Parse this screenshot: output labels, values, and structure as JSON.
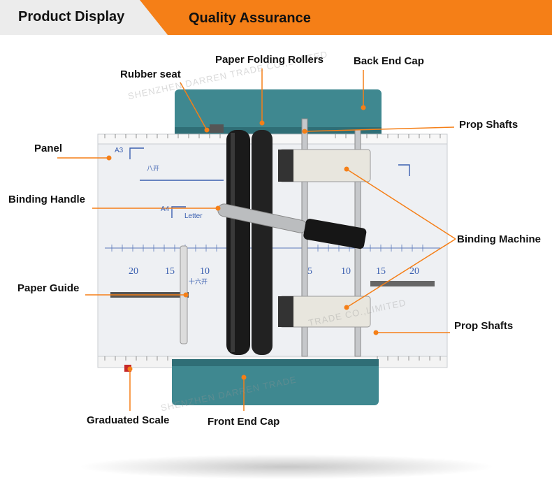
{
  "header": {
    "tab_left": "Product Display",
    "tab_right": "Quality Assurance"
  },
  "labels": {
    "rubber_seat": "Rubber seat",
    "paper_folding_rollers": "Paper Folding Rollers",
    "back_end_cap": "Back End Cap",
    "prop_shafts_top": "Prop Shafts",
    "panel": "Panel",
    "binding_handle": "Binding Handle",
    "binding_machine": "Binding Machine",
    "paper_guide": "Paper Guide",
    "prop_shafts_bottom": "Prop Shafts",
    "graduated_scale": "Graduated Scale",
    "front_end_cap": "Front End Cap"
  },
  "panel_marks": {
    "a3": "A3",
    "a4": "A4",
    "letter": "Letter",
    "bakai": "八开",
    "shiliukai": "十六开",
    "num_20_left": "20",
    "num_15_left": "15",
    "num_10_left": "10",
    "num_5_right": "5",
    "num_10_right": "10",
    "num_15_right": "15",
    "num_20_right": "20"
  },
  "watermark": {
    "top": "SHENZHEN DARREN TRADE CO.,LIMITED",
    "mid": "TRADE CO.,LIMITED",
    "bottom": "SHENZHEN DARREN TRADE"
  },
  "colors": {
    "accent_orange": "#f57f17",
    "cap_teal": "#3f8890",
    "roller_black": "#1a1a1a",
    "leader_orange": "#f57f17"
  }
}
